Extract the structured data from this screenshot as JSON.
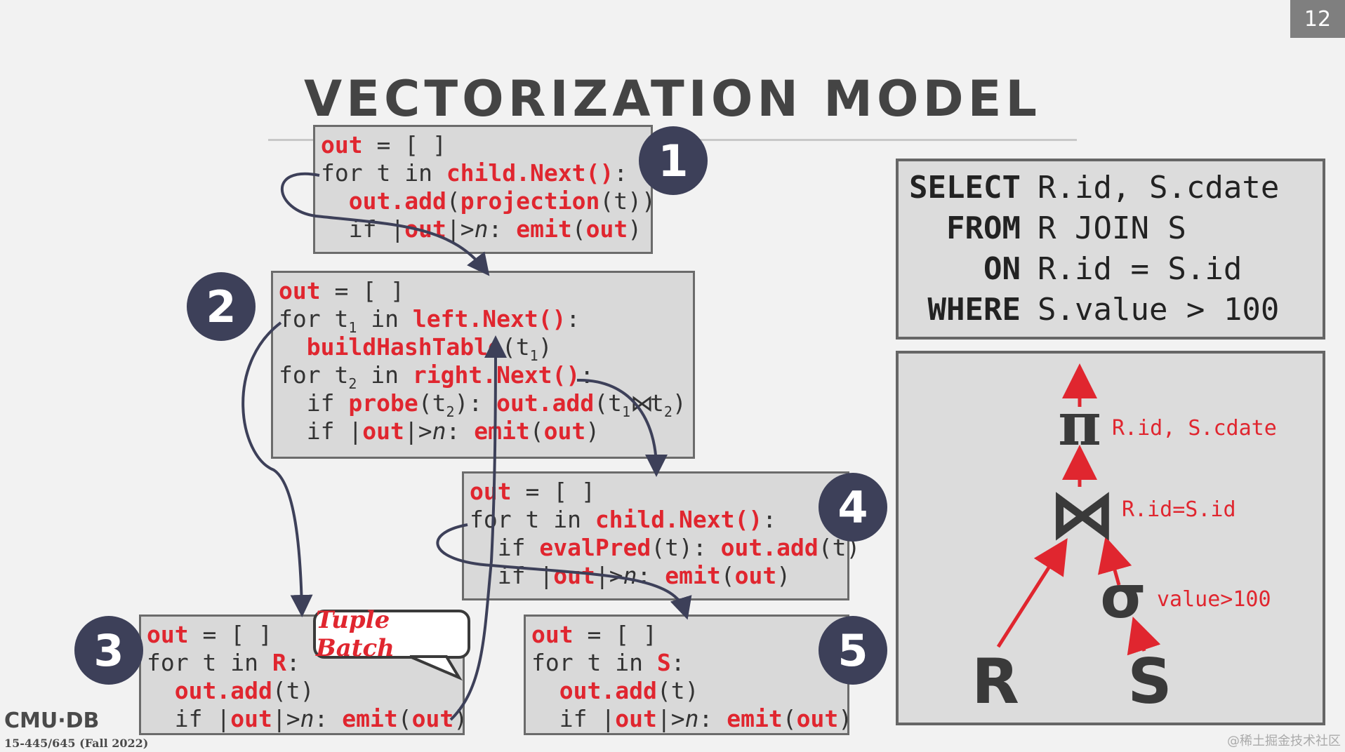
{
  "slide_number": "12",
  "title": "VECTORIZATION MODEL",
  "sql": {
    "rows": [
      {
        "keyword": "SELECT",
        "text": "R.id, S.cdate"
      },
      {
        "keyword": "FROM",
        "text": "R JOIN S"
      },
      {
        "keyword": "ON",
        "text": "R.id = S.id"
      },
      {
        "keyword": "WHERE",
        "text": "S.value > 100"
      }
    ]
  },
  "plan": {
    "projection_symbol": "π",
    "projection_label": "R.id, S.cdate",
    "join_symbol": "⋈",
    "join_label": "R.id=S.id",
    "selection_symbol": "σ",
    "selection_label": "value>100",
    "left_relation": "R",
    "right_relation": "S",
    "accent_color": "#e0262f"
  },
  "operators": [
    {
      "badge": "1",
      "lines": {
        "l1_out": "out",
        "l1_rest": " = [ ]",
        "l2_a": "for t in ",
        "l2_call": "child.Next()",
        "l2_b": ":",
        "l3_call": "out.add",
        "l3_a": "(",
        "l3_fn": "projection",
        "l3_b": "(t))",
        "l4_a": "if |",
        "l4_out": "out",
        "l4_b": "|>",
        "l4_n": "n",
        "l4_c": ": ",
        "l4_emit": "emit",
        "l4_d": "(",
        "l4_out2": "out",
        "l4_e": ")"
      }
    },
    {
      "badge": "2",
      "lines": {
        "l1_out": "out",
        "l1_rest": " = [ ]",
        "l2_a": "for t",
        "l2_sub": "1",
        "l2_b": " in ",
        "l2_call": "left.Next()",
        "l2_c": ":",
        "l3_fn": "buildHashTable",
        "l3_a": "(t",
        "l3_sub": "1",
        "l3_b": ")",
        "l4_a": "for t",
        "l4_sub": "2",
        "l4_b": " in ",
        "l4_call": "right.Next()",
        "l4_c": ":",
        "l5_a": "if ",
        "l5_fn": "probe",
        "l5_b": "(t",
        "l5_sub": "2",
        "l5_c": "): ",
        "l5_call": "out.add",
        "l5_d": "(t",
        "l5_sub2": "1",
        "l5_join": "⋈",
        "l5_e": "t",
        "l5_sub3": "2",
        "l5_f": ")",
        "l6_a": "if |",
        "l6_out": "out",
        "l6_b": "|>",
        "l6_n": "n",
        "l6_c": ": ",
        "l6_emit": "emit",
        "l6_d": "(",
        "l6_out2": "out",
        "l6_e": ")"
      }
    },
    {
      "badge": "3",
      "lines": {
        "l1_out": "out",
        "l1_rest": " = [ ]",
        "l2_a": "for t in ",
        "l2_rel": "R",
        "l2_b": ":",
        "l3_call": "out.add",
        "l3_a": "(t)",
        "l4_a": "if |",
        "l4_out": "out",
        "l4_b": "|>",
        "l4_n": "n",
        "l4_c": ": ",
        "l4_emit": "emit",
        "l4_d": "(",
        "l4_out2": "out",
        "l4_e": ")"
      }
    },
    {
      "badge": "4",
      "lines": {
        "l1_out": "out",
        "l1_rest": " = [ ]",
        "l2_a": "for t in ",
        "l2_call": "child.Next()",
        "l2_b": ":",
        "l3_a": "if ",
        "l3_fn": "evalPred",
        "l3_b": "(t): ",
        "l3_call": "out.add",
        "l3_c": "(t)",
        "l4_a": "if |",
        "l4_out": "out",
        "l4_b": "|>",
        "l4_n": "n",
        "l4_c": ": ",
        "l4_emit": "emit",
        "l4_d": "(",
        "l4_out2": "out",
        "l4_e": ")"
      }
    },
    {
      "badge": "5",
      "lines": {
        "l1_out": "out",
        "l1_rest": " = [ ]",
        "l2_a": "for t in ",
        "l2_rel": "S",
        "l2_b": ":",
        "l3_call": "out.add",
        "l3_a": "(t)",
        "l4_a": "if |",
        "l4_out": "out",
        "l4_b": "|>",
        "l4_n": "n",
        "l4_c": ": ",
        "l4_emit": "emit",
        "l4_d": "(",
        "l4_out2": "out",
        "l4_e": ")"
      }
    }
  ],
  "callout": "Tuple Batch",
  "footer": {
    "logo": "CMU·DB",
    "course": "15-445/645 (Fall 2022)"
  },
  "watermark": "@稀土掘金技术社区"
}
